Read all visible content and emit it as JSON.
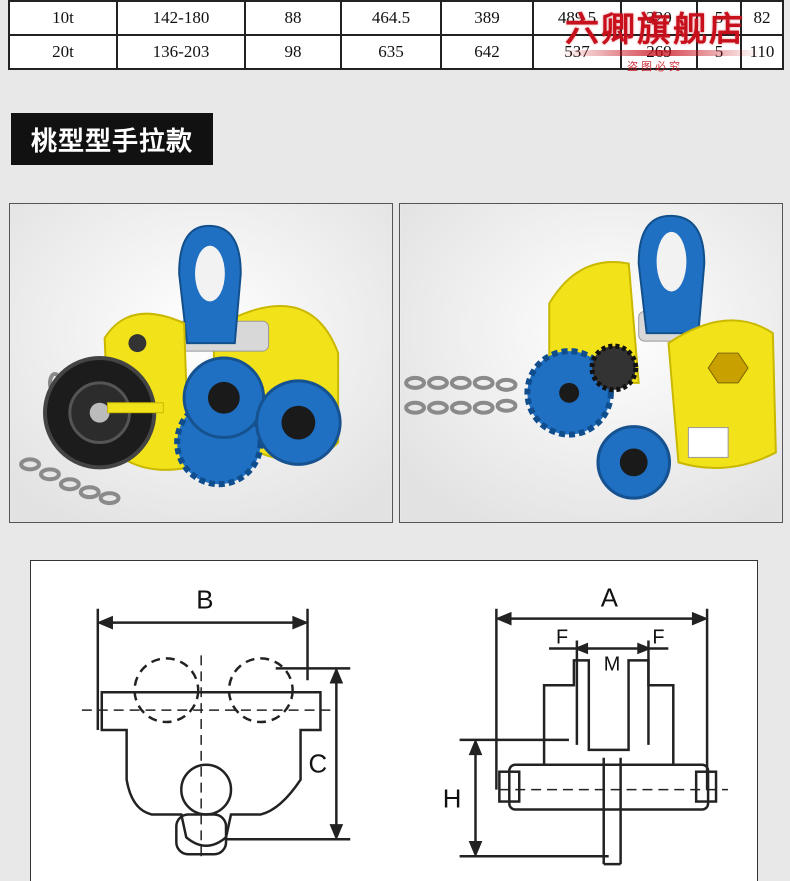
{
  "spec_table": {
    "rows": [
      {
        "model": "10t",
        "range": "142-180",
        "c1": "88",
        "c2": "464.5",
        "c3": "389",
        "c4": "489.5",
        "c5": "320",
        "c6": "5",
        "c7": "82"
      },
      {
        "model": "20t",
        "range": "136-203",
        "c1": "98",
        "c2": "635",
        "c3": "642",
        "c4": "537",
        "c5": "269",
        "c6": "5",
        "c7": "110"
      }
    ]
  },
  "stamp": {
    "brand": "六卿旗舰店",
    "sub": "盗图必究"
  },
  "section": {
    "heading": "桃型型手拉款"
  },
  "diagram": {
    "labels": {
      "B": "B",
      "C": "C",
      "A": "A",
      "F_left": "F",
      "F_right": "F",
      "M": "M",
      "H": "H"
    }
  },
  "colors": {
    "yellow": "#f2e21a",
    "blue": "#1f6fc2",
    "chain": "#8a8a8a",
    "stamp_red": "#c8101c"
  }
}
